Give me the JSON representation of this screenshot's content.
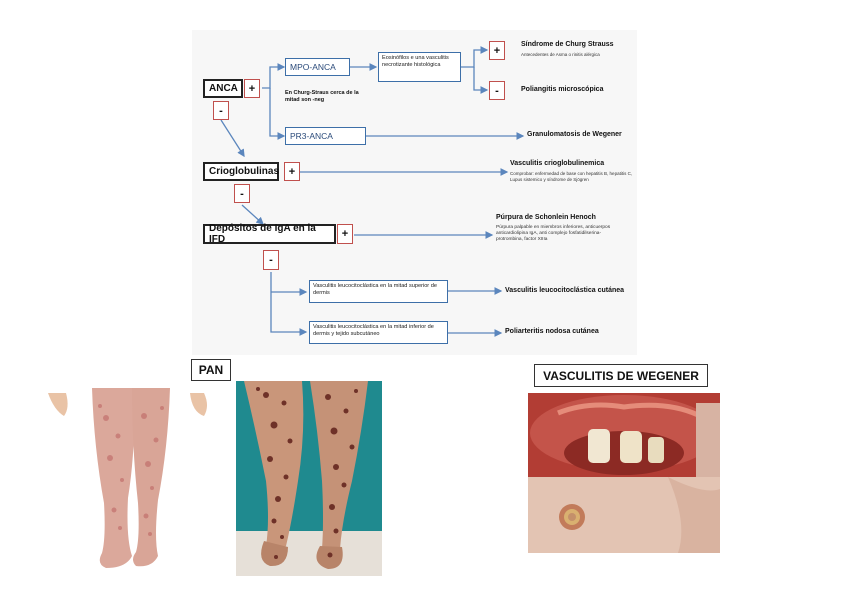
{
  "flowchart": {
    "anca": "ANCA",
    "mpo_anca": "MPO-ANCA",
    "pr3_anca": "PR3-ANCA",
    "churg_note": "En Churg-Straus cerca de la mitad son -neg",
    "eosinofilos": "Eosinófilos e una vasculitis necrotizante histológica",
    "churg_strauss": "Síndrome de Churg Strauss",
    "churg_strauss_sub": "Antecedentes de Asma o rinitis alérgica",
    "poliangitis": "Poliangitis microscópica",
    "granulomatosis": "Granulomatosis de Wegener",
    "crioglobulinas": "Crioglobulinas",
    "vasculitis_crio": "Vasculitis crioglobulinemica",
    "vasculitis_crio_sub": "Comprobar: enfermedad de base con hepatitis B, hepatitis C, Lupus sistemico y síndrome de Sjögren",
    "depositos_iga": "Depósitos de IgA en la IFD",
    "purpura": "Púrpura de Schonlein Henoch",
    "purpura_sub": "Púrpura palpable en miembros inferiores, anticuerpos anticardiolipina IgA, anti complejo fosfatidilserina-protrombina, factor XIIIa",
    "leuco_superior": "Vasculitis leucocitoclástica en la mitad superior de dermis",
    "leuco_cutanea": "Vasculitis leucocitoclástica cutánea",
    "leuco_inferior": "Vasculitis leucocitoclástica en la mitad inferior de dermis y tejido subcutáneo",
    "poliarteritis": "Poliarteritis nodosa cutánea",
    "plus": "+",
    "minus": "-"
  },
  "labels": {
    "pan": "PAN",
    "wegener": "VASCULITIS DE WEGENER"
  },
  "colors": {
    "arrow": "#5b86bd",
    "box_border": "#3d6fa8",
    "sign_border": "#c0504d"
  }
}
